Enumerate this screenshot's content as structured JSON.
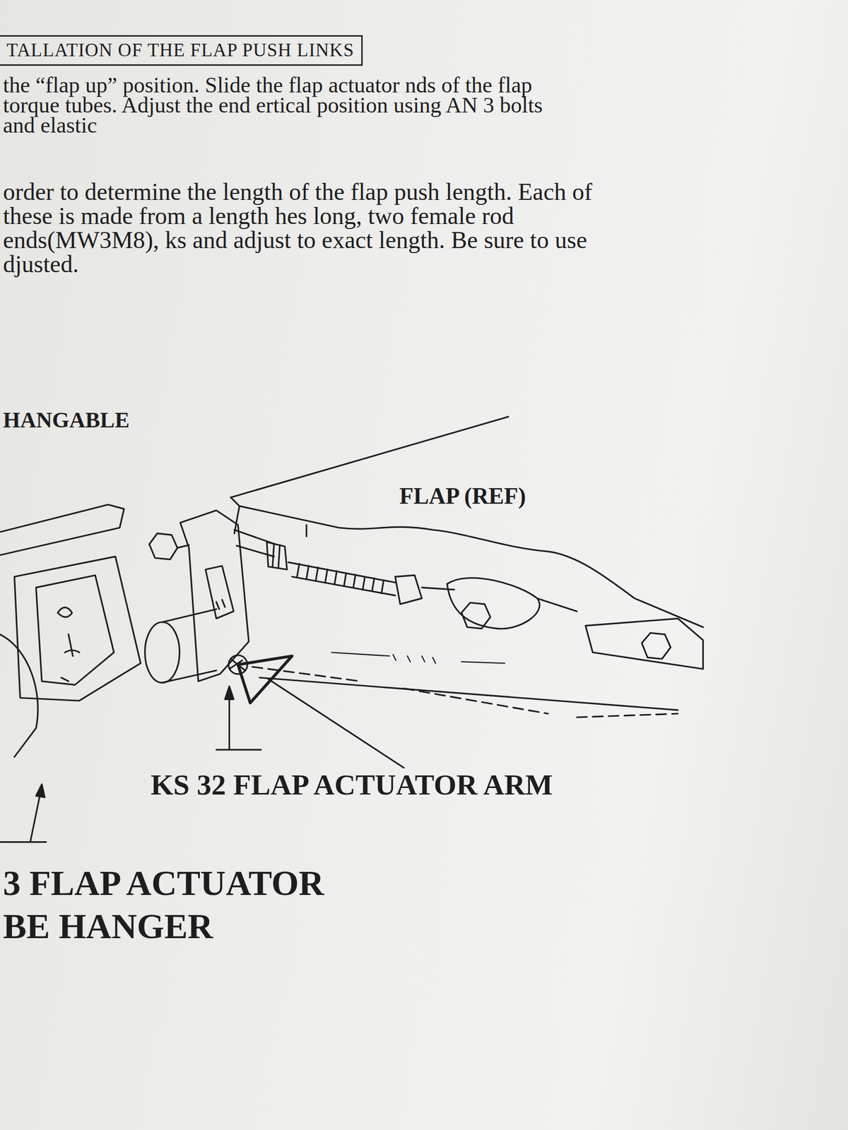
{
  "diagram": {
    "nodes": [
      {
        "text": [
          "TALLATION OF THE FLAP PUSH LINKS"
        ]
      }
    ],
    "labels": [
      "the “flap up” position. Slide the flap actuator nds of the flap torque tubes. Adjust the end ertical position using AN 3 bolts and elastic",
      "order to determine the length of the flap push length. Each of these is made from a length hes long, two female rod ends(MW3M8), ks and adjust to exact length. Be sure to use djusted.",
      "HANGABLE",
      "FLAP (REF)",
      "KS 32 FLAP ACTUATOR ARM",
      "3 FLAP ACTUATOR BE HANGER"
    ]
  }
}
